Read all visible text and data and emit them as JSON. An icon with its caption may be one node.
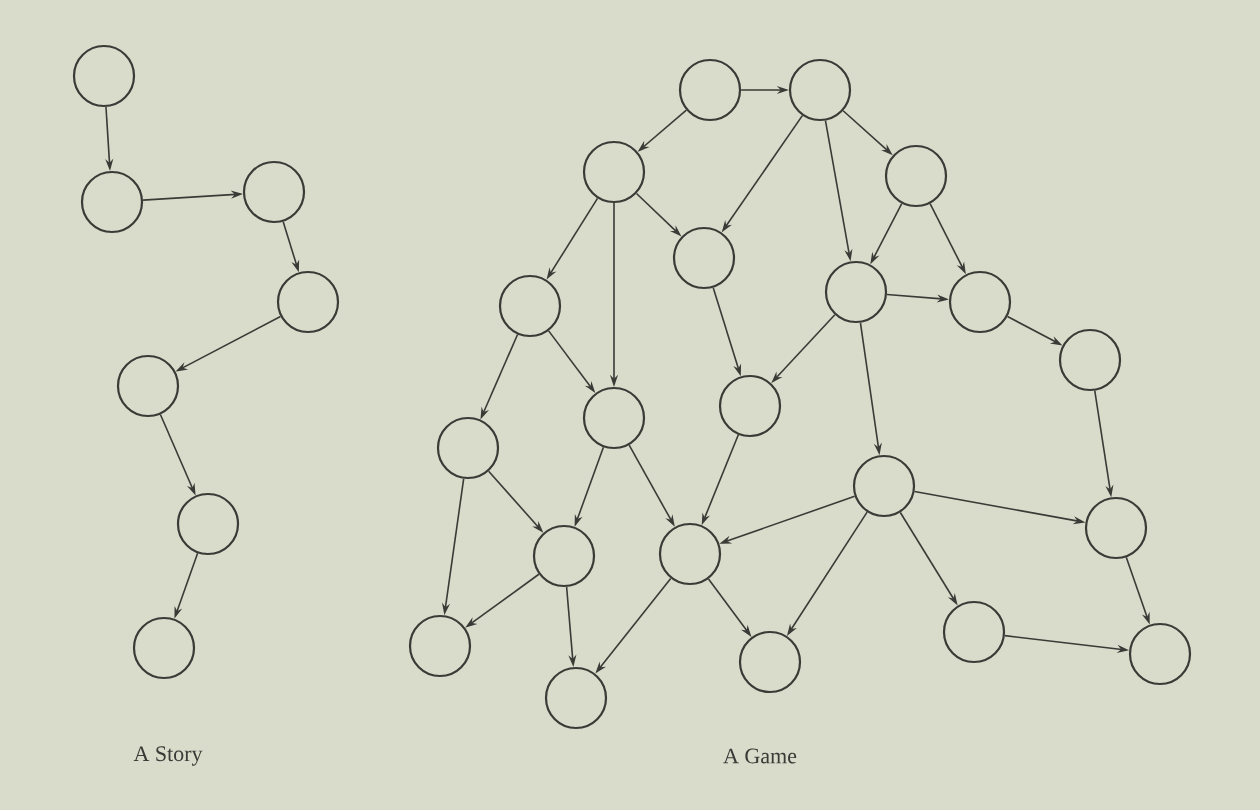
{
  "diagram": {
    "nodes": [
      {
        "text": [],
        "shape": "circle"
      },
      {
        "text": [],
        "shape": "circle"
      },
      {
        "text": [],
        "shape": "circle"
      },
      {
        "text": [],
        "shape": "circle"
      },
      {
        "text": [],
        "shape": "circle"
      },
      {
        "text": [],
        "shape": "circle"
      },
      {
        "text": [],
        "shape": "circle"
      },
      {
        "text": [],
        "shape": "circle"
      },
      {
        "text": [],
        "shape": "circle"
      },
      {
        "text": [],
        "shape": "circle"
      },
      {
        "text": [],
        "shape": "circle"
      },
      {
        "text": [],
        "shape": "circle"
      },
      {
        "text": [],
        "shape": "circle"
      },
      {
        "text": [],
        "shape": "circle"
      },
      {
        "text": [],
        "shape": "circle"
      },
      {
        "text": [],
        "shape": "circle"
      },
      {
        "text": [],
        "shape": "circle"
      },
      {
        "text": [],
        "shape": "circle"
      },
      {
        "text": [],
        "shape": "circle"
      },
      {
        "text": [],
        "shape": "circle"
      },
      {
        "text": [],
        "shape": "circle"
      },
      {
        "text": [],
        "shape": "circle"
      },
      {
        "text": [],
        "shape": "circle"
      },
      {
        "text": [],
        "shape": "circle"
      },
      {
        "text": [],
        "shape": "circle"
      },
      {
        "text": [],
        "shape": "circle"
      },
      {
        "text": [],
        "shape": "circle"
      },
      {
        "text": [],
        "shape": "circle"
      }
    ],
    "edges": [
      {
        "from": 0,
        "to": 1,
        "arrow": "to"
      },
      {
        "from": 1,
        "to": 2,
        "arrow": "to"
      },
      {
        "from": 2,
        "to": 3,
        "arrow": "to"
      },
      {
        "from": 3,
        "to": 4,
        "arrow": "to"
      },
      {
        "from": 4,
        "to": 5,
        "arrow": "to"
      },
      {
        "from": 5,
        "to": 6,
        "arrow": "to"
      },
      {
        "from": 7,
        "to": 8,
        "arrow": "to"
      },
      {
        "from": 7,
        "to": 9,
        "arrow": "to"
      },
      {
        "from": 8,
        "to": 11,
        "arrow": "to"
      },
      {
        "from": 8,
        "to": 12,
        "arrow": "to"
      },
      {
        "from": 8,
        "to": 10,
        "arrow": "to"
      },
      {
        "from": 9,
        "to": 14,
        "arrow": "to"
      },
      {
        "from": 9,
        "to": 16,
        "arrow": "to"
      },
      {
        "from": 9,
        "to": 11,
        "arrow": "to"
      },
      {
        "from": 10,
        "to": 12,
        "arrow": "to"
      },
      {
        "from": 10,
        "to": 13,
        "arrow": "to"
      },
      {
        "from": 12,
        "to": 13,
        "arrow": "to"
      },
      {
        "from": 12,
        "to": 17,
        "arrow": "to"
      },
      {
        "from": 12,
        "to": 19,
        "arrow": "to"
      },
      {
        "from": 13,
        "to": 15,
        "arrow": "to"
      },
      {
        "from": 11,
        "to": 17,
        "arrow": "to"
      },
      {
        "from": 14,
        "to": 18,
        "arrow": "to"
      },
      {
        "from": 14,
        "to": 16,
        "arrow": "to"
      },
      {
        "from": 18,
        "to": 20,
        "arrow": "to"
      },
      {
        "from": 18,
        "to": 23,
        "arrow": "to"
      },
      {
        "from": 16,
        "to": 20,
        "arrow": "to"
      },
      {
        "from": 16,
        "to": 21,
        "arrow": "to"
      },
      {
        "from": 17,
        "to": 21,
        "arrow": "to"
      },
      {
        "from": 20,
        "to": 23,
        "arrow": "to"
      },
      {
        "from": 20,
        "to": 24,
        "arrow": "to"
      },
      {
        "from": 21,
        "to": 24,
        "arrow": "to"
      },
      {
        "from": 21,
        "to": 25,
        "arrow": "to"
      },
      {
        "from": 19,
        "to": 21,
        "arrow": "to"
      },
      {
        "from": 19,
        "to": 25,
        "arrow": "to"
      },
      {
        "from": 19,
        "to": 26,
        "arrow": "to"
      },
      {
        "from": 19,
        "to": 22,
        "arrow": "to"
      },
      {
        "from": 15,
        "to": 22,
        "arrow": "to"
      },
      {
        "from": 22,
        "to": 27,
        "arrow": "to"
      },
      {
        "from": 26,
        "to": 27,
        "arrow": "to"
      }
    ],
    "labels": [
      "A Story",
      "A Game"
    ]
  }
}
